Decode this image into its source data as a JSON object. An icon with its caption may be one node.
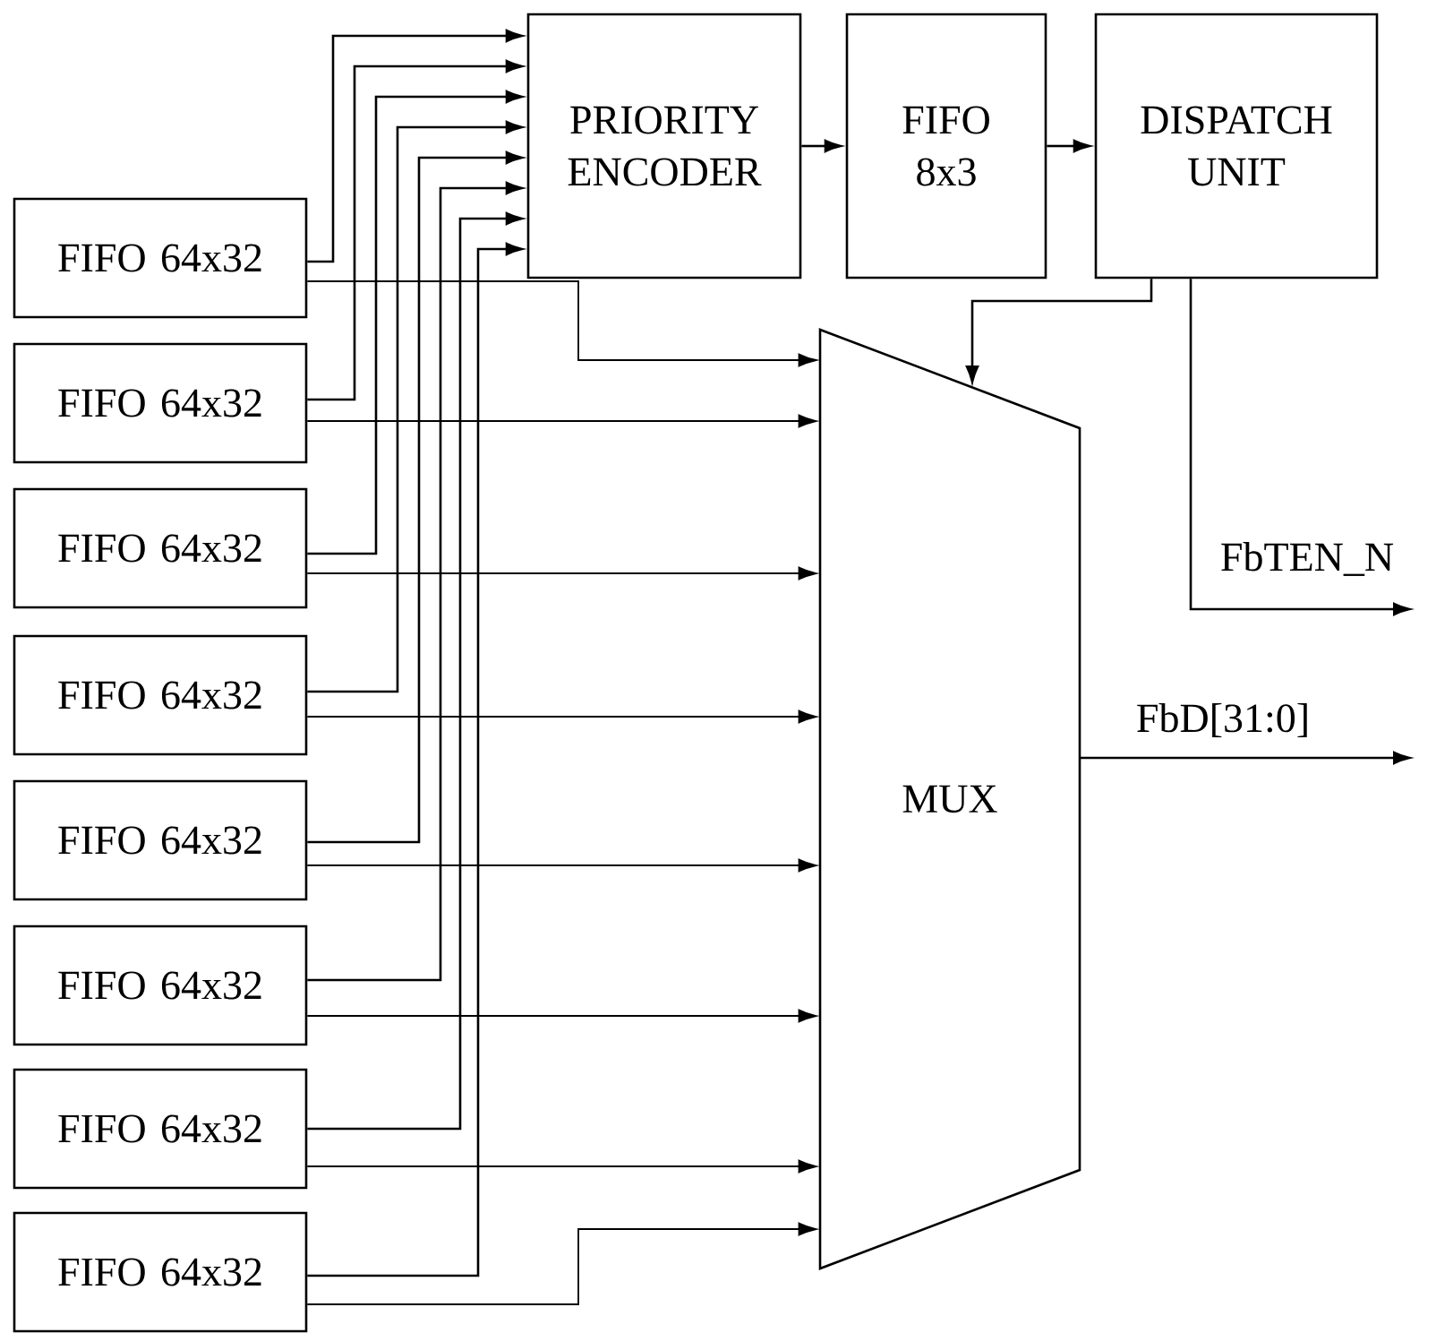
{
  "diagram": {
    "nodes": [
      {
        "text": [
          "FIFO 64x32"
        ]
      },
      {
        "text": [
          "FIFO 64x32"
        ]
      },
      {
        "text": [
          "FIFO 64x32"
        ]
      },
      {
        "text": [
          "FIFO 64x32"
        ]
      },
      {
        "text": [
          "FIFO 64x32"
        ]
      },
      {
        "text": [
          "FIFO 64x32"
        ]
      },
      {
        "text": [
          "FIFO 64x32"
        ]
      },
      {
        "text": [
          "FIFO 64x32"
        ]
      },
      {
        "text": [
          "PRIORITY ENCODER"
        ]
      },
      {
        "text": [
          "FIFO 8x3"
        ]
      },
      {
        "text": [
          "DISPATCH UNIT"
        ]
      },
      {
        "text": [
          "MUX"
        ]
      }
    ],
    "edges": [
      {
        "from": 0,
        "to": 8,
        "arrow": "to"
      },
      {
        "from": 1,
        "to": 8,
        "arrow": "to"
      },
      {
        "from": 2,
        "to": 8,
        "arrow": "to"
      },
      {
        "from": 3,
        "to": 8,
        "arrow": "to"
      },
      {
        "from": 4,
        "to": 8,
        "arrow": "to"
      },
      {
        "from": 5,
        "to": 8,
        "arrow": "to"
      },
      {
        "from": 6,
        "to": 8,
        "arrow": "to"
      },
      {
        "from": 7,
        "to": 8,
        "arrow": "to"
      },
      {
        "from": 0,
        "to": 11,
        "arrow": "to"
      },
      {
        "from": 1,
        "to": 11,
        "arrow": "to"
      },
      {
        "from": 2,
        "to": 11,
        "arrow": "to"
      },
      {
        "from": 3,
        "to": 11,
        "arrow": "to"
      },
      {
        "from": 4,
        "to": 11,
        "arrow": "to"
      },
      {
        "from": 5,
        "to": 11,
        "arrow": "to"
      },
      {
        "from": 6,
        "to": 11,
        "arrow": "to"
      },
      {
        "from": 7,
        "to": 11,
        "arrow": "to"
      },
      {
        "from": 8,
        "to": 9,
        "arrow": "to"
      },
      {
        "from": 9,
        "to": 10,
        "arrow": "to"
      },
      {
        "from": 10,
        "to": 11,
        "arrow": "to"
      },
      {
        "from": 10,
        "to": null,
        "arrow": "to",
        "label": "FbTEN_N"
      },
      {
        "from": 11,
        "to": null,
        "arrow": "to",
        "label": "FbD[31:0]"
      }
    ]
  }
}
